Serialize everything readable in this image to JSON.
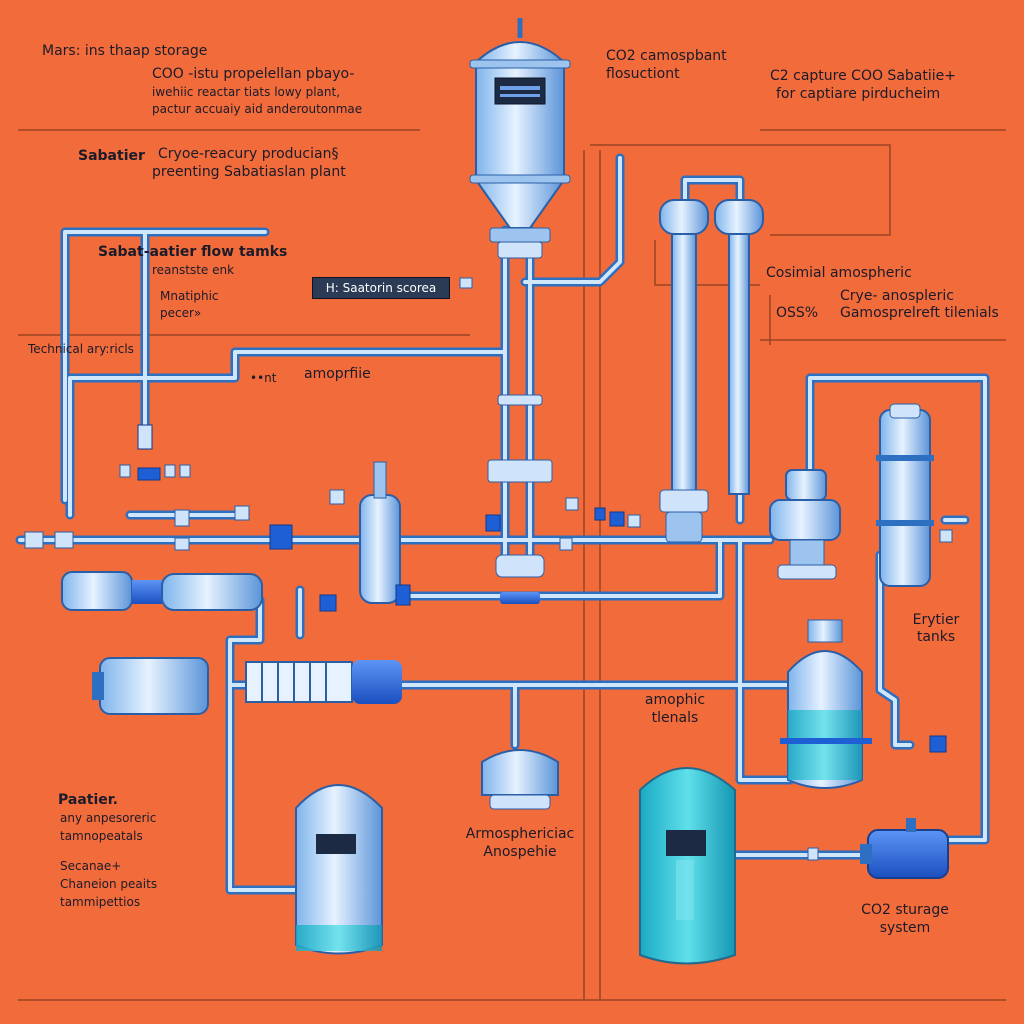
{
  "colors": {
    "background": "#f26b3a",
    "pipe": "#5aa6e8",
    "pipe_light": "#cfe6fb",
    "tank_body": "#b9d6f5",
    "tank_dark": "#3d7ed1",
    "liquid": "#2fc7d6",
    "valve_blue": "#1f5fd6",
    "frame_line": "#8a3a1c",
    "text": "#1b1b2a"
  },
  "labels": {
    "top_left_title": "Mars: ins thaap storage",
    "top_left_line2": "COO -istu propelellan pbayo-",
    "top_left_line3": "iwehiic reactar tiats lowy plant,",
    "top_left_line4": "pactur accuaiy aid anderoutonmae",
    "sabatier": "Sabatier",
    "cryo_line1": "Cryoe-reacury producian§",
    "cryo_line2": "preenting Sabatiaslan plant",
    "top_center_line1": "CO2 camospbant",
    "top_center_line2": "flosuctiont",
    "top_right_line1": "C2 capture COO Sabatiie+",
    "top_right_line2": "for captiare pirducheim",
    "flow_tanks": "Sabat-aatier flow tamks",
    "reonste": "reanstste enk",
    "mnatiphic_line1": "Mnatiphic",
    "mnatiphic_line2": "pecer»",
    "technical": "Technical ary:ricls",
    "box_label": "H: Saatorin scorea",
    "smaall_tag": "••nt",
    "amoprfiie": "amoprfiie",
    "cosimial": "Cosimial amospheric",
    "percent": "OSS%",
    "cryo_anos": "Crye- anospleric",
    "camosp": "Gamosprelreft tilenials",
    "erytier_line1": "Erytier",
    "erytier_line2": "tanks",
    "amophic_line1": "amophic",
    "amophic_line2": "tlenals",
    "paatier": "Paatier.",
    "any_line": "any anpesoreric",
    "tammo": "tamnopeatals",
    "secane": "Secanae+",
    "chaneion": "Chaneion peaits",
    "tammip": "tammipettios",
    "armosph_line1": "Armosphericiac",
    "armosph_line2": "Anospehie",
    "co2_storage_line1": "CO2 sturage",
    "co2_storage_line2": "system"
  }
}
